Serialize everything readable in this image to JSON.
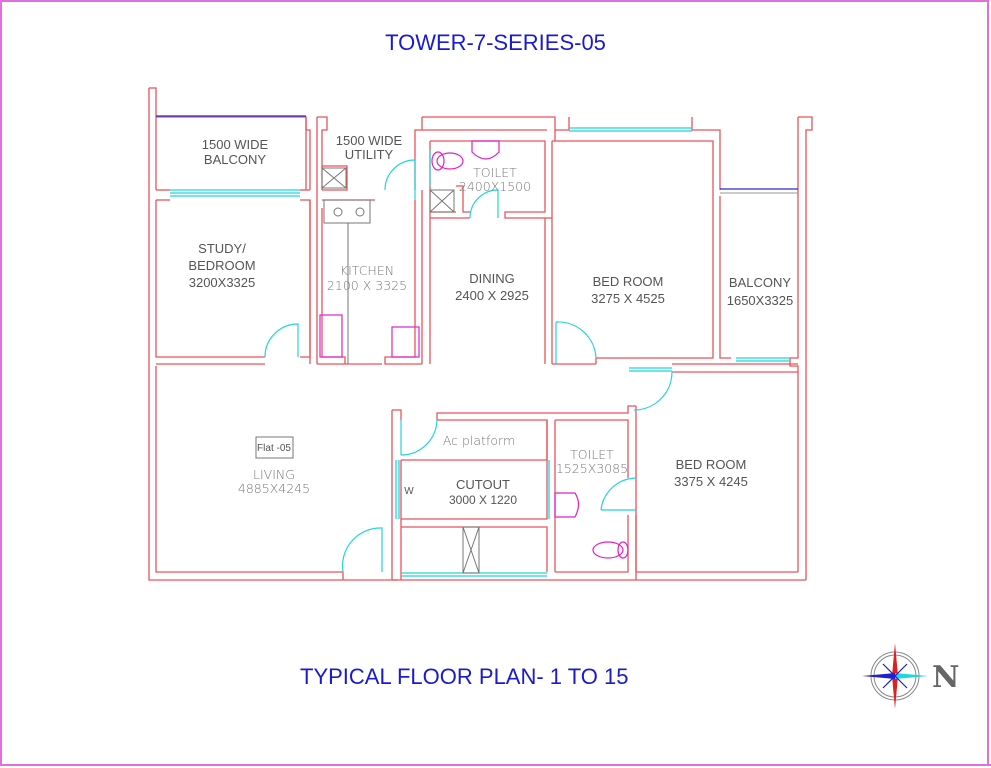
{
  "header": {
    "title": "TOWER-7-SERIES-05"
  },
  "footer": {
    "subtitle": "TYPICAL FLOOR PLAN- 1 TO 15",
    "north_label": "N"
  },
  "colors": {
    "wall": "#e8555a",
    "window": "#22d4e0",
    "fixture": "#e020d0",
    "glass_line": "#2a2ad0",
    "text": "#555555",
    "title": "#1a1ad0",
    "border": "#e070e0"
  },
  "flat_tag": "Flat -05",
  "rooms": {
    "balcony_top": {
      "line1": "1500 WIDE",
      "line2": "BALCONY"
    },
    "utility": {
      "line1": "1500 WIDE",
      "line2": "UTILITY"
    },
    "toilet_top": {
      "line1": "TOILET",
      "line2": "2400X1500"
    },
    "study": {
      "line1": "STUDY/",
      "line2": "BEDROOM",
      "line3": "3200X3325"
    },
    "kitchen": {
      "line1": "KITCHEN",
      "line2": "2100  X  3325"
    },
    "dining": {
      "line1": "DINING",
      "line2": "2400 X 2925"
    },
    "bedroom_1": {
      "line1": "BED ROOM",
      "line2": "3275 X 4525"
    },
    "balcony_right": {
      "line1": "BALCONY",
      "line2": "1650X3325"
    },
    "living": {
      "line1": "LIVING",
      "line2": "4885X4245"
    },
    "ac_platform": {
      "line1": "Ac  platform"
    },
    "cutout": {
      "line1": "CUTOUT",
      "line2": "3000 X 1220"
    },
    "wardrobe": {
      "line1": "W"
    },
    "toilet_bottom": {
      "line1": "TOILET",
      "line2": "1525X3085"
    },
    "bedroom_2": {
      "line1": "BED ROOM",
      "line2": "3375 X 4245"
    }
  },
  "icons": {
    "compass": "compass-rose-icon"
  }
}
